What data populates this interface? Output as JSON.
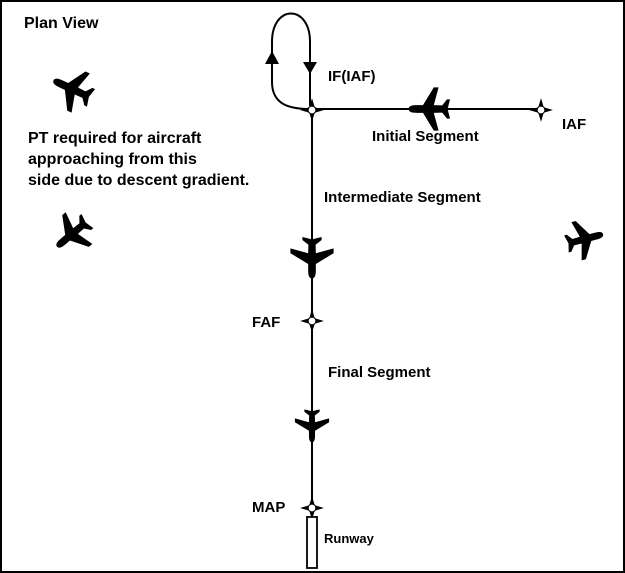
{
  "title": "Plan View",
  "note": [
    "PT required for aircraft",
    "approaching from this",
    "side due to descent gradient."
  ],
  "fixes": {
    "if_iaf": "IF(IAF)",
    "iaf": "IAF",
    "faf": "FAF",
    "map": "MAP"
  },
  "segments": {
    "initial": "Initial Segment",
    "intermediate": "Intermediate Segment",
    "final": "Final Segment"
  },
  "runway": "Runway",
  "icons": {
    "aircraft": "aircraft-icon",
    "fix": "fix-symbol-icon",
    "holding": "procedure-turn-icon"
  },
  "colors": {
    "ink": "#000000",
    "paper": "#ffffff"
  }
}
